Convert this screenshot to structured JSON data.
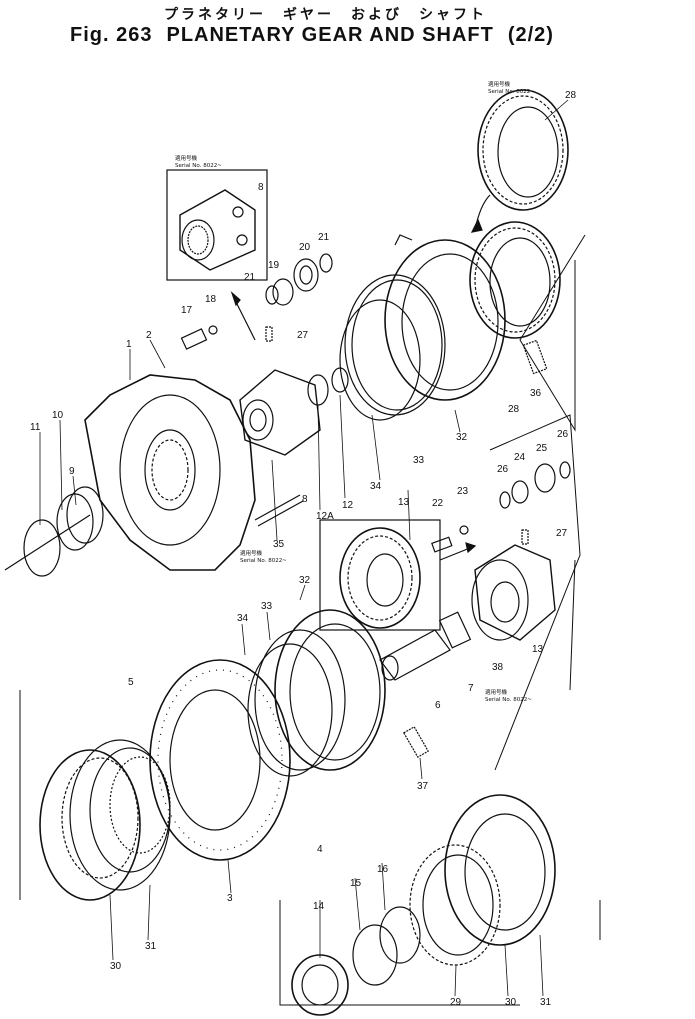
{
  "title": {
    "japanese": "プラネタリー　ギヤー　および　シャフト",
    "figure": "Fig. 263",
    "name": "PLANETARY GEAR AND SHAFT",
    "page": "(2/2)"
  },
  "serial_notes": [
    {
      "jp": "適用号機",
      "en": "Serial No. 8022~"
    },
    {
      "jp": "適用号機",
      "en": "Serial No. 8022~"
    },
    {
      "jp": "適用号機",
      "en": "Serial No. 8022~"
    },
    {
      "jp": "適用号機",
      "en": "Serial No. 8022~"
    }
  ],
  "part_labels": [
    "28",
    "8",
    "21",
    "20",
    "19",
    "21",
    "18",
    "17",
    "27",
    "2",
    "1",
    "11",
    "10",
    "9",
    "8",
    "36",
    "28",
    "32",
    "33",
    "34",
    "12",
    "12A",
    "35",
    "26",
    "25",
    "24",
    "26",
    "23",
    "22",
    "27",
    "13",
    "13",
    "32",
    "33",
    "34",
    "6",
    "7",
    "38",
    "5",
    "4",
    "37",
    "3",
    "30",
    "31",
    "16",
    "15",
    "14",
    "29",
    "30",
    "31"
  ]
}
